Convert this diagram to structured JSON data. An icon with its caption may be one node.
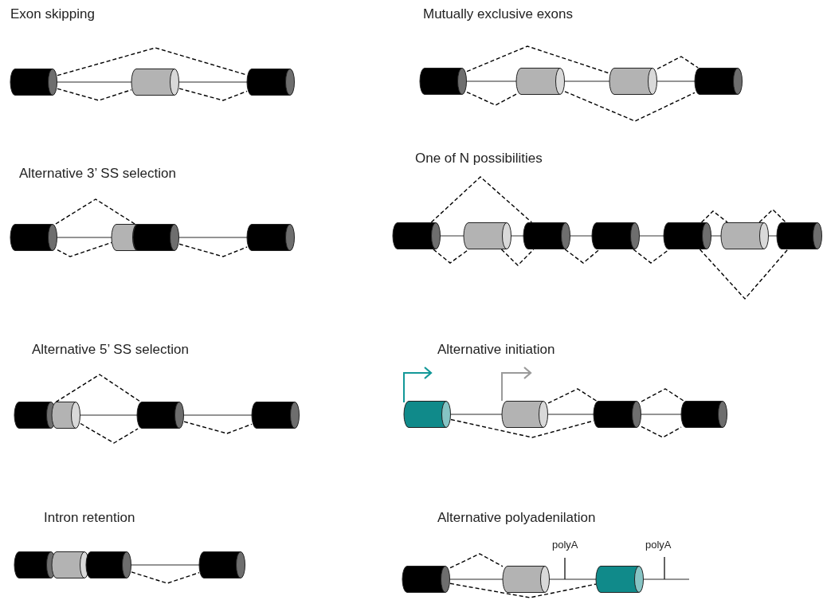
{
  "diagram": {
    "nodes": [
      {
        "text": [],
        "shape": "cylinder"
      },
      {
        "text": [],
        "shape": "cylinder"
      },
      {
        "text": [],
        "shape": "cylinder"
      },
      {
        "text": [],
        "shape": "cylinder"
      },
      {
        "text": [],
        "shape": "cylinder"
      },
      {
        "text": [],
        "shape": "cylinder"
      },
      {
        "text": [],
        "shape": "cylinder"
      },
      {
        "text": [],
        "shape": "cylinder"
      },
      {
        "text": [],
        "shape": "cylinder"
      },
      {
        "text": [],
        "shape": "cylinder"
      },
      {
        "text": [],
        "shape": "cylinder"
      },
      {
        "text": [],
        "shape": "cylinder"
      },
      {
        "text": [],
        "shape": "cylinder"
      },
      {
        "text": [],
        "shape": "cylinder"
      },
      {
        "text": [],
        "shape": "cylinder"
      },
      {
        "text": [],
        "shape": "cylinder"
      },
      {
        "text": [],
        "shape": "cylinder"
      },
      {
        "text": [],
        "shape": "cylinder"
      },
      {
        "text": [],
        "shape": "cylinder"
      },
      {
        "text": [],
        "shape": "cylinder"
      },
      {
        "text": [],
        "shape": "cylinder"
      },
      {
        "text": [],
        "shape": "cylinder"
      },
      {
        "text": [],
        "shape": "cylinder"
      },
      {
        "text": [],
        "shape": "cylinder"
      },
      {
        "text": [],
        "shape": "cylinder"
      },
      {
        "text": [],
        "shape": "cylinder"
      },
      {
        "text": [],
        "shape": "cylinder"
      },
      {
        "text": [],
        "shape": "cylinder"
      },
      {
        "text": [],
        "shape": "cylinder"
      },
      {
        "text": [],
        "shape": "cylinder"
      },
      {
        "text": [],
        "shape": "cylinder"
      },
      {
        "text": [],
        "shape": "cylinder"
      },
      {
        "text": [],
        "shape": "cylinder"
      }
    ],
    "edges": [
      {
        "from": 0,
        "to": 1,
        "arrow": "none",
        "color": "#707070"
      },
      {
        "from": 1,
        "to": 2,
        "arrow": "none",
        "color": "#707070"
      },
      {
        "from": 0,
        "to": 2,
        "arrow": "none",
        "style": "dashed"
      },
      {
        "from": 0,
        "to": 1,
        "arrow": "none",
        "style": "dashed"
      },
      {
        "from": 1,
        "to": 2,
        "arrow": "none",
        "style": "dashed"
      },
      {
        "from": 3,
        "to": 4,
        "arrow": "none",
        "color": "#707070"
      },
      {
        "from": 5,
        "to": 6,
        "arrow": "none",
        "color": "#707070"
      },
      {
        "from": 3,
        "to": 5,
        "arrow": "none",
        "style": "dashed"
      },
      {
        "from": 3,
        "to": 4,
        "arrow": "none",
        "style": "dashed"
      },
      {
        "from": 5,
        "to": 6,
        "arrow": "none",
        "style": "dashed"
      },
      {
        "from": 8,
        "to": 9,
        "arrow": "none",
        "color": "#707070"
      },
      {
        "from": 9,
        "to": 10,
        "arrow": "none",
        "color": "#707070"
      },
      {
        "from": 7,
        "to": 9,
        "arrow": "none",
        "style": "dashed"
      },
      {
        "from": 8,
        "to": 9,
        "arrow": "none",
        "style": "dashed"
      },
      {
        "from": 9,
        "to": 10,
        "arrow": "none",
        "style": "dashed"
      },
      {
        "from": 13,
        "to": 14,
        "arrow": "none",
        "color": "#707070"
      },
      {
        "from": 13,
        "to": 14,
        "arrow": "none",
        "style": "dashed"
      },
      {
        "from": 15,
        "to": 16,
        "arrow": "none",
        "color": "#707070"
      },
      {
        "from": 16,
        "to": 17,
        "arrow": "none",
        "color": "#707070"
      },
      {
        "from": 17,
        "to": 18,
        "arrow": "none",
        "color": "#707070"
      },
      {
        "from": 15,
        "to": 17,
        "arrow": "none",
        "style": "dashed"
      },
      {
        "from": 15,
        "to": 16,
        "arrow": "none",
        "style": "dashed"
      },
      {
        "from": 16,
        "to": 18,
        "arrow": "none",
        "style": "dashed"
      },
      {
        "from": 17,
        "to": 18,
        "arrow": "none",
        "style": "dashed"
      },
      {
        "from": 19,
        "to": 20,
        "arrow": "none",
        "color": "#707070"
      },
      {
        "from": 20,
        "to": 21,
        "arrow": "none",
        "color": "#707070"
      },
      {
        "from": 21,
        "to": 22,
        "arrow": "none",
        "color": "#707070"
      },
      {
        "from": 22,
        "to": 23,
        "arrow": "none",
        "color": "#707070"
      },
      {
        "from": 23,
        "to": 24,
        "arrow": "none",
        "color": "#707070"
      },
      {
        "from": 24,
        "to": 25,
        "arrow": "none",
        "color": "#707070"
      },
      {
        "from": 19,
        "to": 21,
        "arrow": "none",
        "style": "dashed"
      },
      {
        "from": 19,
        "to": 20,
        "arrow": "none",
        "style": "dashed"
      },
      {
        "from": 20,
        "to": 21,
        "arrow": "none",
        "style": "dashed"
      },
      {
        "from": 21,
        "to": 22,
        "arrow": "none",
        "style": "dashed"
      },
      {
        "from": 22,
        "to": 23,
        "arrow": "none",
        "style": "dashed"
      },
      {
        "from": 23,
        "to": 24,
        "arrow": "none",
        "style": "dashed"
      },
      {
        "from": 24,
        "to": 25,
        "arrow": "none",
        "style": "dashed"
      },
      {
        "from": 23,
        "to": 25,
        "arrow": "none",
        "style": "dashed"
      },
      {
        "from": 26,
        "to": 27,
        "arrow": "none",
        "color": "#707070"
      },
      {
        "from": 27,
        "to": 28,
        "arrow": "none",
        "color": "#707070"
      },
      {
        "from": 28,
        "to": 29,
        "arrow": "none",
        "color": "#707070"
      },
      {
        "from": 26,
        "to": 28,
        "arrow": "none",
        "style": "dashed"
      },
      {
        "from": 27,
        "to": 28,
        "arrow": "none",
        "style": "dashed"
      },
      {
        "from": 28,
        "to": 29,
        "arrow": "none",
        "style": "dashed"
      },
      {
        "from": 28,
        "to": 29,
        "arrow": "none",
        "style": "dashed"
      },
      {
        "from": 30,
        "to": 31,
        "arrow": "none",
        "color": "#707070"
      },
      {
        "from": 31,
        "to": 32,
        "arrow": "none",
        "color": "#707070"
      },
      {
        "from": 32,
        "to": null,
        "arrow": "none",
        "color": "#707070"
      },
      {
        "from": 30,
        "to": 31,
        "arrow": "none",
        "style": "dashed"
      },
      {
        "from": 30,
        "to": 32,
        "arrow": "none",
        "style": "dashed"
      }
    ],
    "labels": [
      "Exon skipping",
      "Mutually exclusive exons",
      "Alternative 3’ SS selection",
      "One of N possibilities",
      "Alternative 5’ SS selection",
      "Alternative initiation",
      "Intron retention",
      "Alternative polyadenilation",
      "polyA",
      "polyA"
    ]
  }
}
